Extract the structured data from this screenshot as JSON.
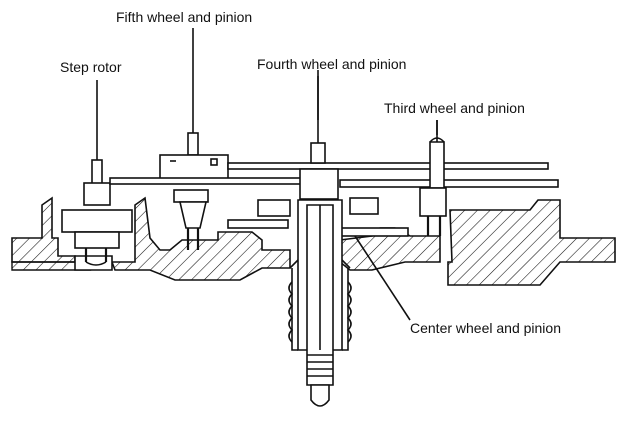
{
  "labels": {
    "step_rotor": "Step rotor",
    "fifth_wheel": "Fifth wheel and pinion",
    "fourth_wheel": "Fourth wheel and pinion",
    "third_wheel": "Third wheel and pinion",
    "center_wheel": "Center wheel and pinion"
  }
}
